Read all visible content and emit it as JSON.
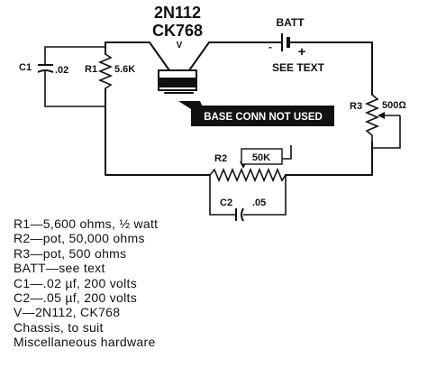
{
  "transistor": {
    "type_line1": "2N112",
    "type_line2": "CK768",
    "ref": "V"
  },
  "battery": {
    "label": "BATT",
    "note": "SEE TEXT",
    "polarity_minus": "-",
    "polarity_plus": "+"
  },
  "c1": {
    "ref": "C1",
    "value": ".02"
  },
  "r1": {
    "ref": "R1",
    "value": "5.6K"
  },
  "r2": {
    "ref": "R2",
    "value": "50K"
  },
  "r3": {
    "ref": "R3",
    "value": "500Ω"
  },
  "c2": {
    "ref": "C2",
    "value": ".05"
  },
  "base_note": "BASE CONN NOT USED",
  "parts_list": [
    "R1—5,600 ohms, ½ watt",
    "R2—pot, 50,000 ohms",
    "R3—pot, 500 ohms",
    "BATT—see text",
    "C1—.02 µf, 200 volts",
    "C2—.05 µf, 200 volts",
    "V—2N112, CK768",
    "Chassis, to suit",
    "Miscellaneous hardware"
  ]
}
